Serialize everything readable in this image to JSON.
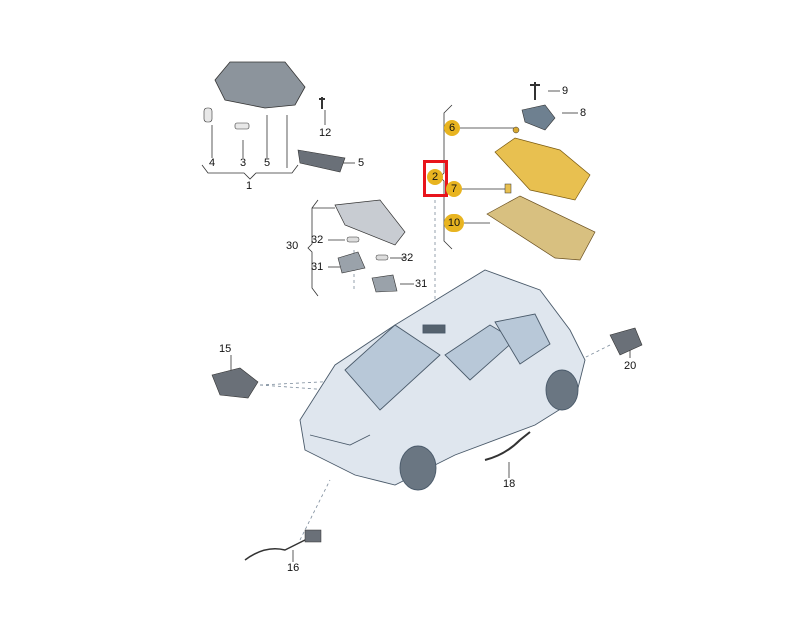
{
  "diagram": {
    "title": "Interior lighting parts diagram",
    "highlight_color": "#e8b420",
    "selection_color": "#e8141c",
    "callouts": {
      "c1": "1",
      "c4": "4",
      "c3": "3",
      "c5a": "5",
      "c5b": "5",
      "c12": "12",
      "c9": "9",
      "c8": "8",
      "c6": "6",
      "c2": "2",
      "c7": "7",
      "c10": "10",
      "c30": "30",
      "c32a": "32",
      "c32b": "32",
      "c31a": "31",
      "c31b": "31",
      "c15": "15",
      "c20": "20",
      "c18": "18",
      "c16": "16"
    },
    "selected_callout": "2"
  }
}
